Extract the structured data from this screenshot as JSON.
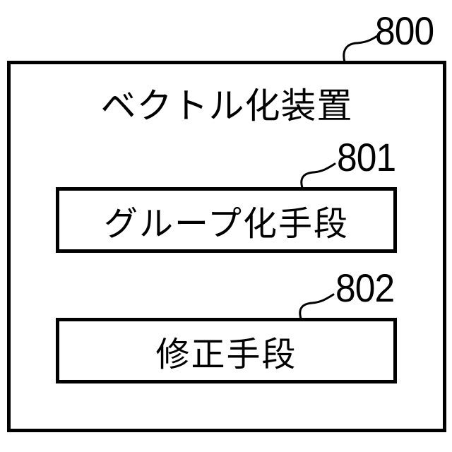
{
  "figure": {
    "outer_box": {
      "label": "800",
      "title": "ベクトル化装置"
    },
    "inner_boxes": [
      {
        "label": "801",
        "text": "グループ化手段"
      },
      {
        "label": "802",
        "text": "修正手段"
      }
    ],
    "colors": {
      "line": "#000000",
      "background": "#ffffff"
    }
  }
}
